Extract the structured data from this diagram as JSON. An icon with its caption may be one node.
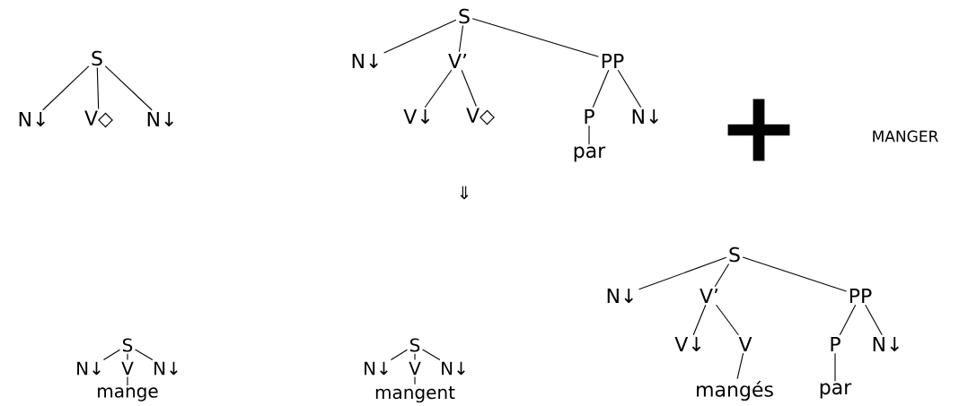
{
  "diagram": {
    "nodes": [
      {
        "text": [
          "S"
        ]
      },
      {
        "text": [
          "N↓"
        ]
      },
      {
        "text": [
          "V◇"
        ]
      },
      {
        "text": [
          "N↓"
        ]
      },
      {
        "text": [
          "S"
        ]
      },
      {
        "text": [
          "N↓"
        ]
      },
      {
        "text": [
          "V’"
        ]
      },
      {
        "text": [
          "PP"
        ]
      },
      {
        "text": [
          "V↓"
        ]
      },
      {
        "text": [
          "V◇"
        ]
      },
      {
        "text": [
          "P"
        ]
      },
      {
        "text": [
          "N↓"
        ]
      },
      {
        "text": [
          "par"
        ]
      },
      {
        "text": [
          "S"
        ]
      },
      {
        "text": [
          "N↓"
        ]
      },
      {
        "text": [
          "V"
        ]
      },
      {
        "text": [
          "N↓"
        ]
      },
      {
        "text": [
          "mange"
        ]
      },
      {
        "text": [
          "S"
        ]
      },
      {
        "text": [
          "N↓"
        ]
      },
      {
        "text": [
          "V"
        ]
      },
      {
        "text": [
          "N↓"
        ]
      },
      {
        "text": [
          "mangent"
        ]
      },
      {
        "text": [
          "S"
        ]
      },
      {
        "text": [
          "N↓"
        ]
      },
      {
        "text": [
          "V’"
        ]
      },
      {
        "text": [
          "PP"
        ]
      },
      {
        "text": [
          "V↓"
        ]
      },
      {
        "text": [
          "V"
        ]
      },
      {
        "text": [
          "P"
        ]
      },
      {
        "text": [
          "N↓"
        ]
      },
      {
        "text": [
          "mangés"
        ]
      },
      {
        "text": [
          "par"
        ]
      }
    ],
    "edges": [
      {
        "from": 0,
        "to": 1,
        "arrow": "none"
      },
      {
        "from": 0,
        "to": 2,
        "arrow": "none"
      },
      {
        "from": 0,
        "to": 3,
        "arrow": "none"
      },
      {
        "from": 4,
        "to": 5,
        "arrow": "none"
      },
      {
        "from": 4,
        "to": 6,
        "arrow": "none"
      },
      {
        "from": 4,
        "to": 7,
        "arrow": "none"
      },
      {
        "from": 6,
        "to": 8,
        "arrow": "none"
      },
      {
        "from": 6,
        "to": 9,
        "arrow": "none"
      },
      {
        "from": 7,
        "to": 10,
        "arrow": "none"
      },
      {
        "from": 7,
        "to": 11,
        "arrow": "none"
      },
      {
        "from": 10,
        "to": 12,
        "arrow": "none"
      },
      {
        "from": 13,
        "to": 14,
        "arrow": "none"
      },
      {
        "from": 13,
        "to": 15,
        "arrow": "none"
      },
      {
        "from": 13,
        "to": 16,
        "arrow": "none"
      },
      {
        "from": 15,
        "to": 17,
        "arrow": "none"
      },
      {
        "from": 18,
        "to": 19,
        "arrow": "none"
      },
      {
        "from": 18,
        "to": 20,
        "arrow": "none"
      },
      {
        "from": 18,
        "to": 21,
        "arrow": "none"
      },
      {
        "from": 20,
        "to": 22,
        "arrow": "none"
      },
      {
        "from": 23,
        "to": 24,
        "arrow": "none"
      },
      {
        "from": 23,
        "to": 25,
        "arrow": "none"
      },
      {
        "from": 23,
        "to": 26,
        "arrow": "none"
      },
      {
        "from": 25,
        "to": 27,
        "arrow": "none"
      },
      {
        "from": 25,
        "to": 28,
        "arrow": "none"
      },
      {
        "from": 26,
        "to": 29,
        "arrow": "none"
      },
      {
        "from": 26,
        "to": 30,
        "arrow": "none"
      },
      {
        "from": 28,
        "to": 31,
        "arrow": "none"
      },
      {
        "from": 29,
        "to": 32,
        "arrow": "none"
      }
    ],
    "labels": [
      "+",
      "MANGER",
      "⇓"
    ]
  }
}
